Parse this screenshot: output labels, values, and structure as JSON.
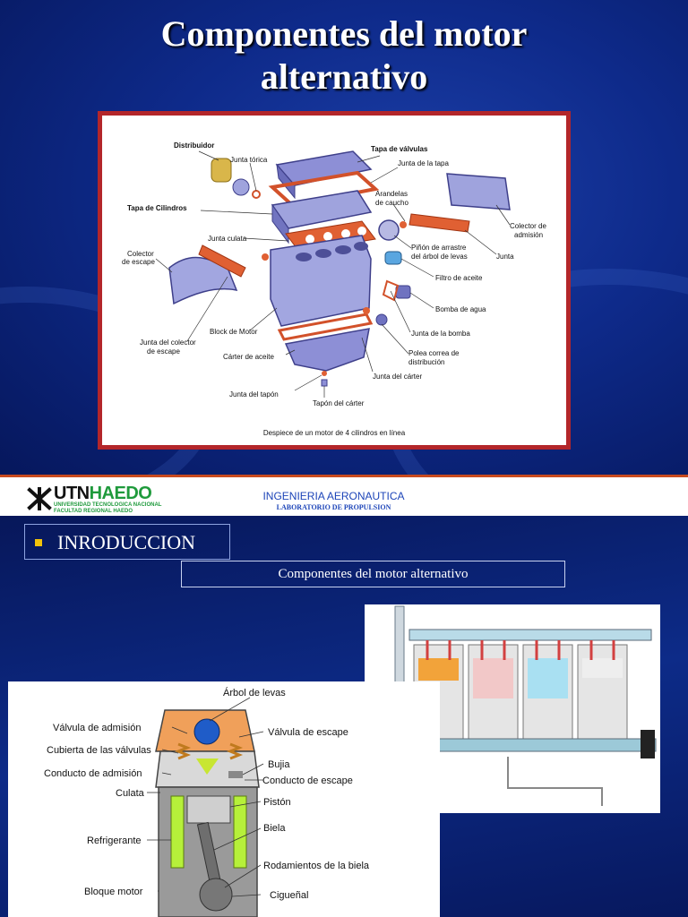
{
  "slide1": {
    "title_line1": "Componentes del motor",
    "title_line2": "alternativo",
    "figure": {
      "caption": "Despiece de un motor de 4 cilindros en línea",
      "labels": {
        "distribuidor": "Distribuidor",
        "junta_torica": "Junta tórica",
        "tapa_valvulas": "Tapa de válvulas",
        "junta_tapa": "Junta de la tapa",
        "arandelas_1": "Arandelas",
        "arandelas_2": "de caucho",
        "tapa_cilindros": "Tapa de Cilindros",
        "colector_admision_1": "Colector de",
        "colector_admision_2": "admisión",
        "junta_culata": "Junta culata",
        "pinon_1": "Piñón de arrastre",
        "pinon_2": "del árbol de levas",
        "junta": "Junta",
        "colector_escape_1": "Colector",
        "colector_escape_2": "de escape",
        "filtro_aceite": "Filtro de aceite",
        "bomba_agua": "Bomba de agua",
        "block_motor": "Block de Motor",
        "junta_colector_1": "Junta del colector",
        "junta_colector_2": "de escape",
        "junta_bomba": "Junta de la bomba",
        "carter_aceite": "Cárter de aceite",
        "polea_1": "Polea correa de",
        "polea_2": "distribución",
        "junta_carter": "Junta del cárter",
        "junta_tapon": "Junta del tapón",
        "tapon_carter": "Tapón del cárter"
      }
    }
  },
  "header_bar": {
    "logo_utn": "UTN",
    "logo_haedo": "HAEDO",
    "logo_sub1": "UNIVERSIDAD TECNOLOGICA NACIONAL",
    "logo_sub2": "FACULTAD REGIONAL HAEDO",
    "department": "INGENIERIA AERONAUTICA",
    "laboratory": "LABORATORIO DE PROPULSION"
  },
  "slide2": {
    "section": "INRODUCCION",
    "subtitle": "Componentes del motor alternativo",
    "piston_labels": {
      "arbol_levas": "Árbol de levas",
      "valvula_admision": "Válvula de admisión",
      "valvula_escape": "Válvula de escape",
      "cubierta_valvulas": "Cubierta de las válvulas",
      "bujia": "Bujia",
      "conducto_admision": "Conducto de admisión",
      "conducto_escape": "Conducto de escape",
      "culata": "Culata",
      "piston": "Pistón",
      "biela": "Biela",
      "refrigerante": "Refrigerante",
      "rodamientos_biela": "Rodamientos de la biela",
      "bloque_motor": "Bloque motor",
      "ciguenal": "Cigueñal"
    }
  },
  "colors": {
    "background_blue": "#0e2a8a",
    "frame_red": "#b3262a",
    "utn_green": "#1f9a3c",
    "accent_orange": "#c84a1e",
    "bullet_yellow": "#f2c20a"
  }
}
